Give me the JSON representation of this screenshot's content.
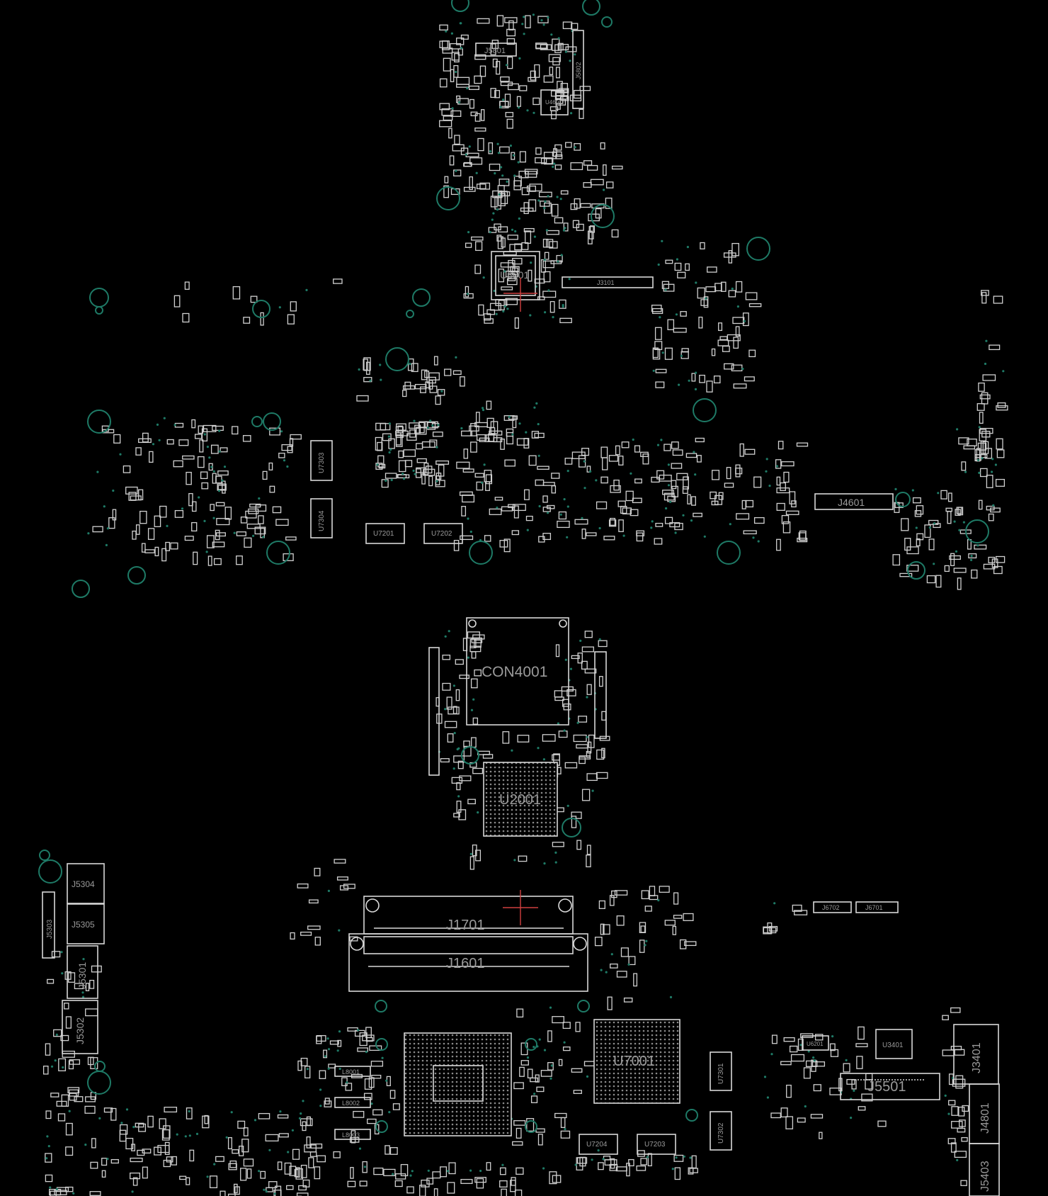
{
  "title": "PCB boardview",
  "components": {
    "J5801": "J5801",
    "J5802": "J5802",
    "U4601": "U4601",
    "U3001": "U3001",
    "J3101": "J3101",
    "J4601": "J4601",
    "U7303": "U7303",
    "U7304": "U7304",
    "U7201": "U7201",
    "U7202": "U7202",
    "CON4001": "CON4001",
    "U2001": "U2001",
    "J1701": "J1701",
    "J1601": "J1601",
    "J5304": "J5304",
    "J5305": "J5305",
    "J5303": "J5303",
    "J5301": "J5301",
    "J5302": "J5302",
    "U7001": "U7001",
    "U7301": "U7301",
    "U7302": "U7302",
    "U7204": "U7204",
    "U7203": "U7203",
    "J5501": "J5501",
    "U3401": "U3401",
    "J3401": "J3401",
    "J4801": "J4801",
    "J5403": "J5403",
    "J6702": "J6702",
    "J6701": "J6701",
    "U6201": "U6201",
    "L8001": "L8001",
    "L8002": "L8002",
    "L8003": "L8003"
  },
  "colors": {
    "outline": "#d8d8d8",
    "hole": "#1e7a66",
    "marker": "#d04040",
    "background": "#000000"
  }
}
